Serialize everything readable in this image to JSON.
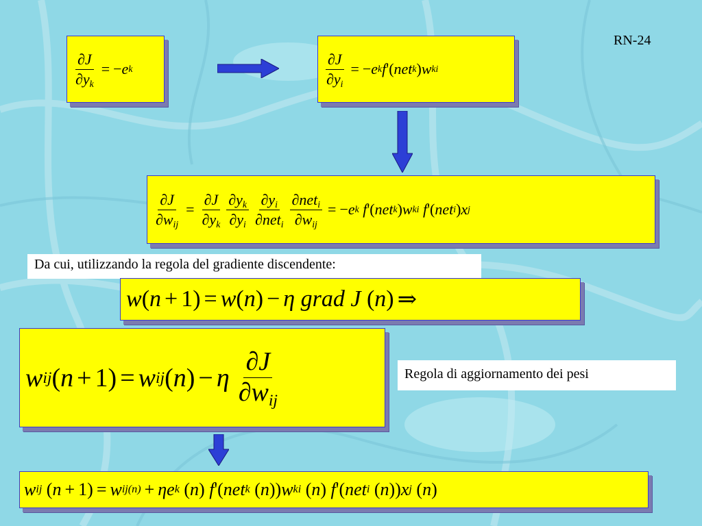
{
  "slide": {
    "label": "RN-24"
  },
  "colors": {
    "box_fill": "#ffff00",
    "arrow_fill": "#2c3fd6",
    "background": "#8fd8e6"
  },
  "icons": {
    "right_arrow": "right-arrow-icon",
    "down_arrow": "down-arrow-icon"
  },
  "notes": {
    "gradient_intro": "Da cui, utilizzando la regola del gradiente discendente:",
    "update_rule": "Regola di aggiornamento dei pesi"
  },
  "equations": {
    "eq1": "∂J/∂y_k = −e_k",
    "eq2": "∂J/∂y_i = −e_k f'(net_k) w_ki",
    "eq3": "∂J/∂w_ij = ∂J/∂y_k · ∂y_k/∂y_i · ∂y_i/∂net_i · ∂net_i/∂w_ij = −e_k f'(net_k) w_ki f'(net_i) x_j",
    "eq4": "w(n+1) = w(n) − η grad J(n) ⇒",
    "eq5": "w_ij(n+1) = w_ij(n) − η ∂J/∂w_ij",
    "eq6": "w_ij(n+1) = w_ij(n) + η e_k(n) f'(net_k(n)) w_ki(n) f'(net_i(n)) x_j(n)"
  }
}
